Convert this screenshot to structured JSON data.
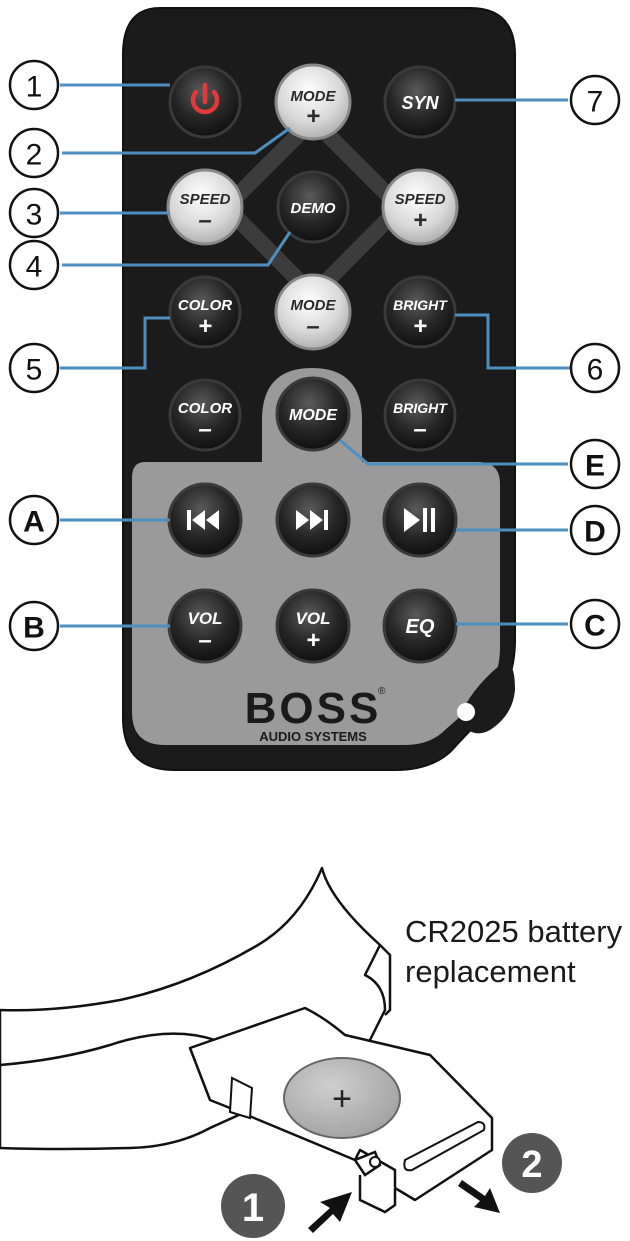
{
  "remote": {
    "buttons": {
      "power": {
        "icon": "power-icon"
      },
      "mode_plus": {
        "top": "MODE",
        "bottom": "+"
      },
      "syn": {
        "label": "SYN"
      },
      "speed_minus": {
        "top": "SPEED",
        "bottom": "–"
      },
      "demo": {
        "label": "DEMO"
      },
      "speed_plus": {
        "top": "SPEED",
        "bottom": "+"
      },
      "mode_minus": {
        "top": "MODE",
        "bottom": "–"
      },
      "color_plus": {
        "top": "COLOR",
        "bottom": "+"
      },
      "bright_plus": {
        "top": "BRIGHT",
        "bottom": "+"
      },
      "color_minus": {
        "top": "COLOR",
        "bottom": "–"
      },
      "mode": {
        "label": "MODE"
      },
      "bright_minus": {
        "top": "BRIGHT",
        "bottom": "–"
      },
      "prev": {
        "icon": "previous-track-icon"
      },
      "next": {
        "icon": "next-track-icon"
      },
      "play_pause": {
        "icon": "play-pause-icon"
      },
      "vol_minus": {
        "top": "VOL",
        "bottom": "–"
      },
      "vol_plus": {
        "top": "VOL",
        "bottom": "+"
      },
      "eq": {
        "label": "EQ"
      }
    },
    "brand": {
      "name": "BOSS",
      "registered": "®",
      "sub": "AUDIO SYSTEMS"
    }
  },
  "callouts": {
    "c1": "1",
    "c2": "2",
    "c3": "3",
    "c4": "4",
    "c5": "5",
    "c6": "6",
    "c7": "7",
    "cA": "A",
    "cB": "B",
    "cC": "C",
    "cD": "D",
    "cE": "E"
  },
  "battery": {
    "caption_line1": "CR2025 battery",
    "caption_line2": "replacement",
    "plus_sign": "+",
    "step1": "1",
    "step2": "2"
  },
  "colors": {
    "remote_body": "#1b1b1b",
    "lower_panel": "#9a9a9a",
    "callout_line": "#4f8fbf",
    "power_icon": "#e23a3a",
    "dark_button": "#222222",
    "light_button": "#d9d9d9",
    "step_badge": "#555555"
  }
}
